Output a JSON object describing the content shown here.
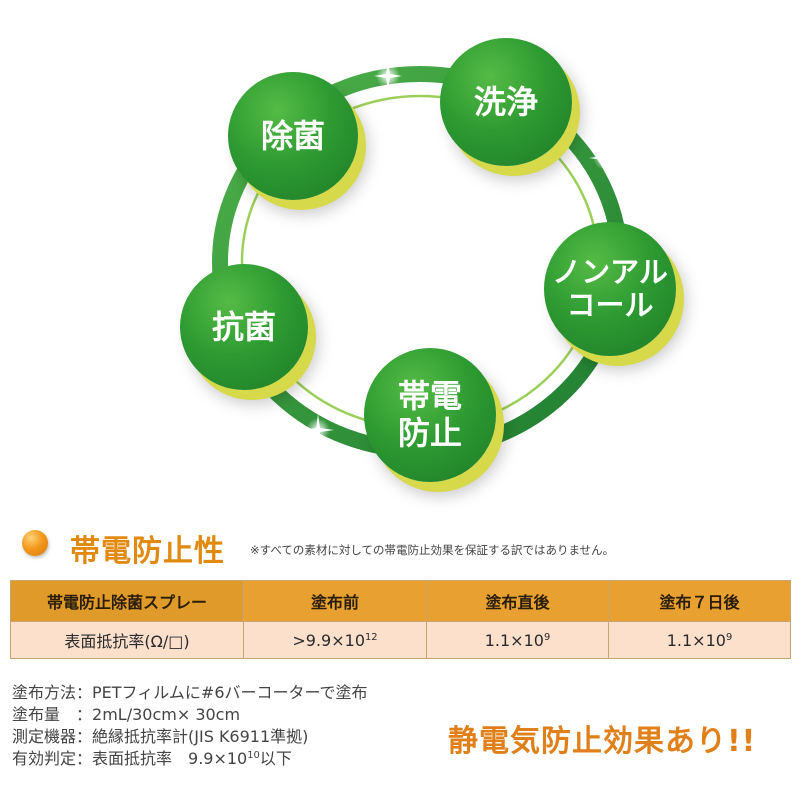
{
  "diagram": {
    "badges": [
      {
        "id": "wash",
        "lines": [
          "洗浄"
        ]
      },
      {
        "id": "sterilize",
        "lines": [
          "除菌"
        ]
      },
      {
        "id": "non-alcohol",
        "lines": [
          "ノンアル",
          "コール"
        ]
      },
      {
        "id": "antibacterial",
        "lines": [
          "抗菌"
        ]
      },
      {
        "id": "antistatic",
        "lines": [
          "帯電",
          "防止"
        ]
      }
    ]
  },
  "section": {
    "title": "帯電防止性",
    "note": "※すべての素材に対しての帯電防止効果を保証する訳ではありません。"
  },
  "table": {
    "headers": [
      "帯電防止除菌スプレー",
      "塗布前",
      "塗布直後",
      "塗布７日後"
    ],
    "row_label": "表面抵抗率(Ω/□)",
    "values": [
      {
        "base": ">9.9×10",
        "exp": "12"
      },
      {
        "base": "1.1×10",
        "exp": "9"
      },
      {
        "base": "1.1×10",
        "exp": "9"
      }
    ]
  },
  "method": {
    "lines": [
      {
        "label": "塗布方法：",
        "value": "PETフィルムに#6バーコーターで塗布"
      },
      {
        "label": "塗布量　：",
        "value": "2mL/30cm× 30cm"
      },
      {
        "label": "測定機器：",
        "value": "絶縁抵抗率計(JIS K6911準拠)"
      }
    ],
    "last": {
      "label": "有効判定：",
      "value_prefix": "表面抵抗率　9.9×10",
      "exp": "10",
      "value_suffix": "以下"
    }
  },
  "callout": "静電気防止効果あり!!",
  "colors": {
    "ring": "#2e9b40",
    "badge": "#2e9b32",
    "badge_shadow": "#d6d94a",
    "orange_title": "#e08a12",
    "table_header": "#e8a030",
    "table_body": "#fce0cc"
  }
}
